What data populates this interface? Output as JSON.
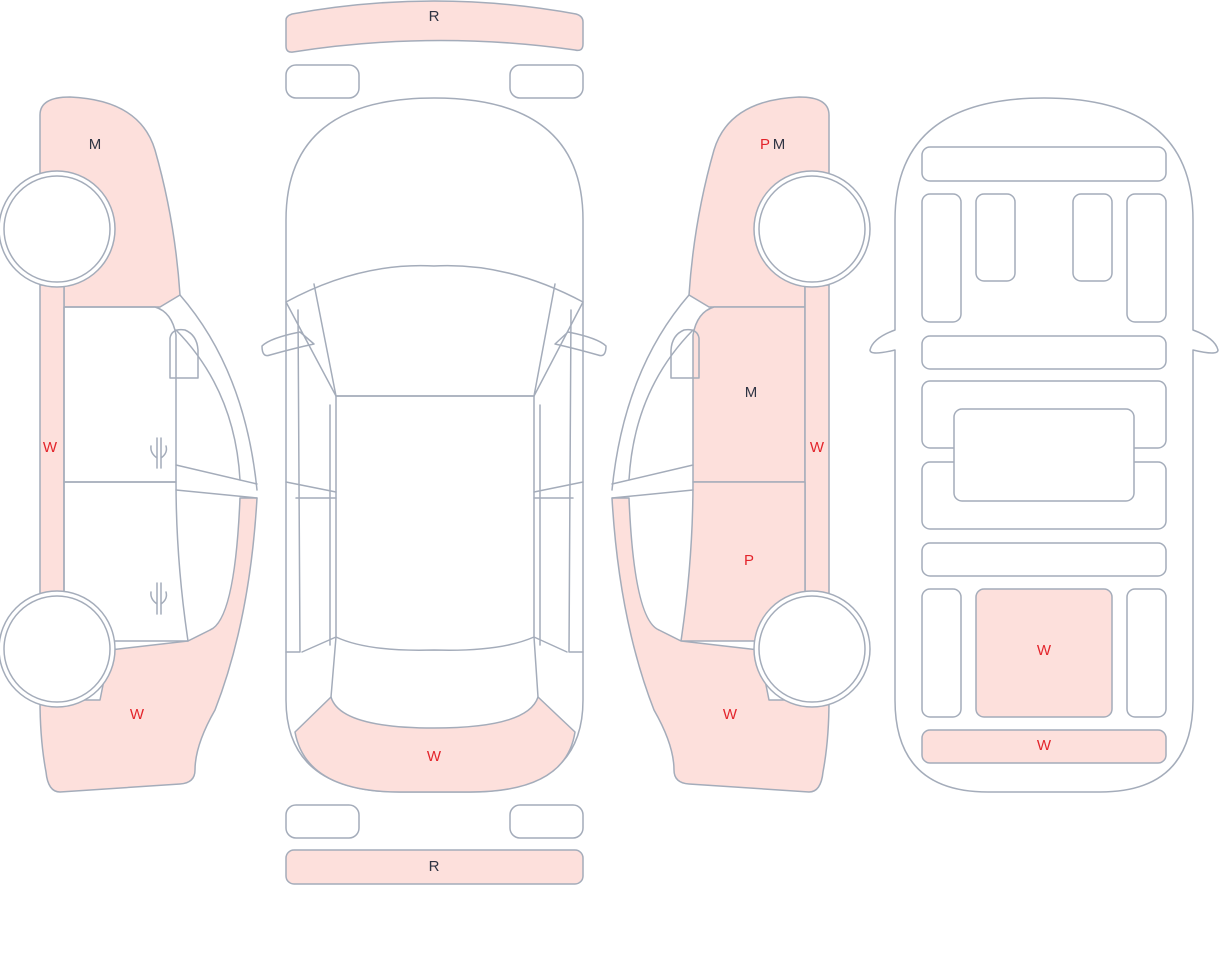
{
  "colors": {
    "damage_fill": "#fde0dc",
    "outline": "#a4acba",
    "label_red": "#e3242b",
    "label_dark": "#2f3443"
  },
  "views": {
    "left_side": {
      "front_fender": {
        "codes": [
          "M"
        ]
      },
      "rocker": {
        "codes": [
          "W"
        ]
      },
      "rear_quarter": {
        "codes": [
          "W"
        ]
      }
    },
    "top": {
      "front_bumper": {
        "codes": [
          "R"
        ]
      },
      "rear_window": {
        "codes": [
          "W"
        ]
      },
      "rear_bumper": {
        "codes": [
          "R"
        ]
      }
    },
    "right_side": {
      "front_fender": {
        "codes": [
          "P",
          "M"
        ]
      },
      "front_door": {
        "codes": [
          "M"
        ]
      },
      "rocker": {
        "codes": [
          "W"
        ]
      },
      "rear_door": {
        "codes": [
          "P"
        ]
      },
      "rear_quarter": {
        "codes": [
          "W"
        ]
      }
    },
    "underbody": {
      "rear_center": {
        "codes": [
          "W"
        ]
      },
      "rear_crossmember": {
        "codes": [
          "W"
        ]
      }
    }
  }
}
